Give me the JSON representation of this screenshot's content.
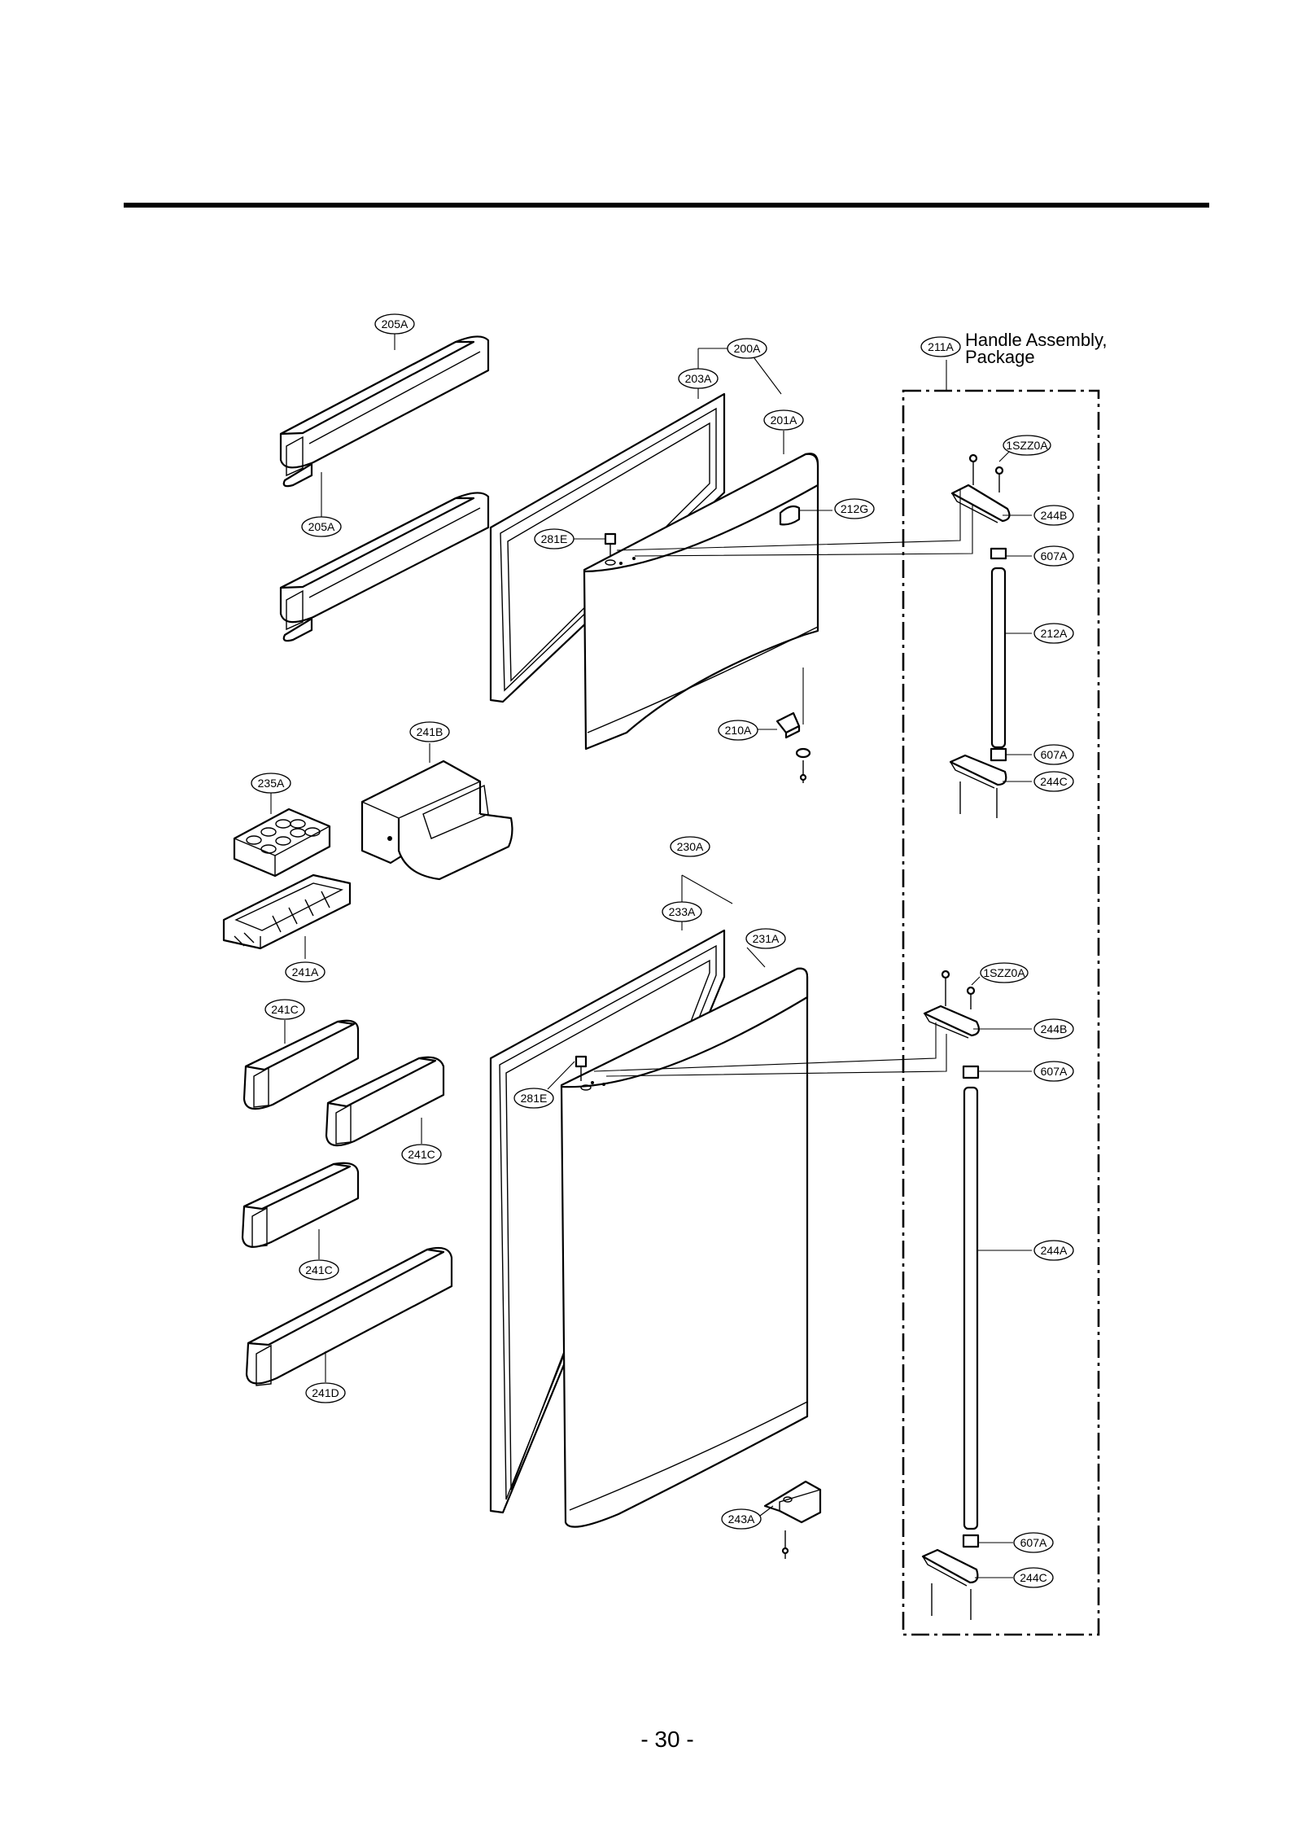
{
  "header_rule": true,
  "assembly_title": {
    "code": "211A",
    "line1": "Handle Assembly,",
    "line2": "Package"
  },
  "labels": {
    "l205a_top": "205A",
    "l205a_bot": "205A",
    "l200a": "200A",
    "l203a": "203A",
    "l201a": "201A",
    "l212g": "212G",
    "l281e_top": "281E",
    "l210a": "210A",
    "l241b": "241B",
    "l235a": "235A",
    "l241a": "241A",
    "l230a": "230A",
    "l233a": "233A",
    "l231a": "231A",
    "l281e_bot": "281E",
    "l241c_1": "241C",
    "l241c_2": "241C",
    "l241c_3": "241C",
    "l241d": "241D",
    "l243a": "243A",
    "l1szz0a_top": "1SZZ0A",
    "l244b_top": "244B",
    "l607a_1": "607A",
    "l212a": "212A",
    "l607a_2": "607A",
    "l244c_top": "244C",
    "l1szz0a_bot": "1SZZ0A",
    "l244b_bot": "244B",
    "l607a_3": "607A",
    "l244a": "244A",
    "l607a_4": "607A",
    "l244c_bot": "244C"
  },
  "page_number": "- 30 -"
}
